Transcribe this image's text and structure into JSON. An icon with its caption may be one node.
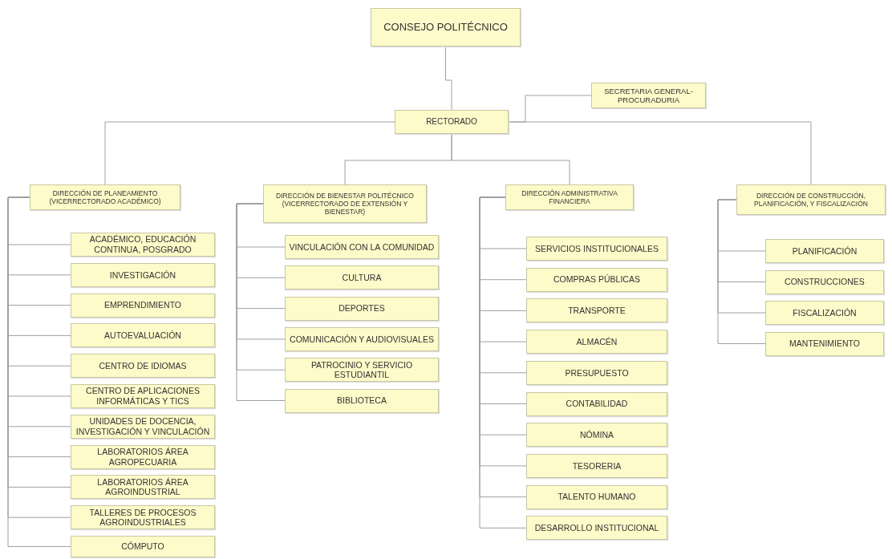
{
  "diagram": {
    "nodes": [
      {
        "text": [
          "CONSEJO POLITÉCNICO"
        ]
      },
      {
        "text": [
          "SECRETARIA GENERAL- PROCURADURIA"
        ]
      },
      {
        "text": [
          "RECTORADO"
        ]
      },
      {
        "text": [
          "DIRECCIÓN DE PLANEAMIENTO (VICERRECTORADO ACADÉMICO)"
        ]
      },
      {
        "text": [
          "DIRECCIÓN DE BIENESTAR POLITÉCNICO (VICERRECTORADO DE EXTENSIÓN Y BIENESTAR)"
        ]
      },
      {
        "text": [
          "DIRECCIÓN ADMINISTRATIVA FINANCIERA"
        ]
      },
      {
        "text": [
          "DIRECCIÓN DE CONSTRUCCIÓN, PLANIFICACIÓN, Y FISCALIZACIÓN"
        ]
      },
      {
        "text": [
          "ACADÉMICO, EDUCACIÓN CONTINUA, POSGRADO"
        ]
      },
      {
        "text": [
          "INVESTIGACIÓN"
        ]
      },
      {
        "text": [
          "EMPRENDIMIENTO"
        ]
      },
      {
        "text": [
          "AUTOEVALUACIÓN"
        ]
      },
      {
        "text": [
          "CENTRO DE IDIOMAS"
        ]
      },
      {
        "text": [
          "CENTRO DE APLICACIONES INFORMÁTICAS Y TICS"
        ]
      },
      {
        "text": [
          "UNIDADES DE DOCENCIA, INVESTIGACIÓN Y VINCULACIÓN"
        ]
      },
      {
        "text": [
          "LABORATORIOS ÁREA AGROPECUARIA"
        ]
      },
      {
        "text": [
          "LABORATORIOS ÁREA AGROINDUSTRIAL"
        ]
      },
      {
        "text": [
          "TALLERES DE PROCESOS AGROINDUSTRIALES"
        ]
      },
      {
        "text": [
          "CÓMPUTO"
        ]
      },
      {
        "text": [
          "VINCULACIÓN CON LA COMUNIDAD"
        ]
      },
      {
        "text": [
          "CULTURA"
        ]
      },
      {
        "text": [
          "DEPORTES"
        ]
      },
      {
        "text": [
          "COMUNICACIÓN Y AUDIOVISUALES"
        ]
      },
      {
        "text": [
          "PATROCINIO Y SERVICIO ESTUDIANTIL"
        ]
      },
      {
        "text": [
          "BIBLIOTECA"
        ]
      },
      {
        "text": [
          "SERVICIOS INSTITUCIONALES"
        ]
      },
      {
        "text": [
          "COMPRAS PÚBLICAS"
        ]
      },
      {
        "text": [
          "TRANSPORTE"
        ]
      },
      {
        "text": [
          "ALMACÉN"
        ]
      },
      {
        "text": [
          "PRESUPUESTO"
        ]
      },
      {
        "text": [
          "CONTABILIDAD"
        ]
      },
      {
        "text": [
          "NÓMINA"
        ]
      },
      {
        "text": [
          "TESORERIA"
        ]
      },
      {
        "text": [
          "TALENTO HUMANO"
        ]
      },
      {
        "text": [
          "DESARROLLO INSTITUCIONAL"
        ]
      },
      {
        "text": [
          "PLANIFICACIÓN"
        ]
      },
      {
        "text": [
          "CONSTRUCCIONES"
        ]
      },
      {
        "text": [
          "FISCALIZACIÓN"
        ]
      },
      {
        "text": [
          "MANTENIMIENTO"
        ]
      }
    ],
    "edges": [
      {
        "from": 0,
        "to": 2,
        "arrow": "none"
      },
      {
        "from": 2,
        "to": 1,
        "arrow": "none"
      },
      {
        "from": 2,
        "to": 3,
        "arrow": "none"
      },
      {
        "from": 2,
        "to": 4,
        "arrow": "none"
      },
      {
        "from": 2,
        "to": 5,
        "arrow": "none"
      },
      {
        "from": 2,
        "to": 6,
        "arrow": "none"
      },
      {
        "from": 3,
        "to": 7,
        "arrow": "none"
      },
      {
        "from": 3,
        "to": 8,
        "arrow": "none"
      },
      {
        "from": 3,
        "to": 9,
        "arrow": "none"
      },
      {
        "from": 3,
        "to": 10,
        "arrow": "none"
      },
      {
        "from": 3,
        "to": 11,
        "arrow": "none"
      },
      {
        "from": 3,
        "to": 12,
        "arrow": "none"
      },
      {
        "from": 3,
        "to": 13,
        "arrow": "none"
      },
      {
        "from": 3,
        "to": 14,
        "arrow": "none"
      },
      {
        "from": 3,
        "to": 15,
        "arrow": "none"
      },
      {
        "from": 3,
        "to": 16,
        "arrow": "none"
      },
      {
        "from": 3,
        "to": 17,
        "arrow": "none"
      },
      {
        "from": 4,
        "to": 18,
        "arrow": "none"
      },
      {
        "from": 4,
        "to": 19,
        "arrow": "none"
      },
      {
        "from": 4,
        "to": 20,
        "arrow": "none"
      },
      {
        "from": 4,
        "to": 21,
        "arrow": "none"
      },
      {
        "from": 4,
        "to": 22,
        "arrow": "none"
      },
      {
        "from": 4,
        "to": 23,
        "arrow": "none"
      },
      {
        "from": 5,
        "to": 24,
        "arrow": "none"
      },
      {
        "from": 5,
        "to": 25,
        "arrow": "none"
      },
      {
        "from": 5,
        "to": 26,
        "arrow": "none"
      },
      {
        "from": 5,
        "to": 27,
        "arrow": "none"
      },
      {
        "from": 5,
        "to": 28,
        "arrow": "none"
      },
      {
        "from": 5,
        "to": 29,
        "arrow": "none"
      },
      {
        "from": 5,
        "to": 30,
        "arrow": "none"
      },
      {
        "from": 5,
        "to": 31,
        "arrow": "none"
      },
      {
        "from": 5,
        "to": 32,
        "arrow": "none"
      },
      {
        "from": 5,
        "to": 33,
        "arrow": "none"
      },
      {
        "from": 6,
        "to": 34,
        "arrow": "none"
      },
      {
        "from": 6,
        "to": 35,
        "arrow": "none"
      },
      {
        "from": 6,
        "to": 36,
        "arrow": "none"
      },
      {
        "from": 6,
        "to": 37,
        "arrow": "none"
      }
    ]
  }
}
